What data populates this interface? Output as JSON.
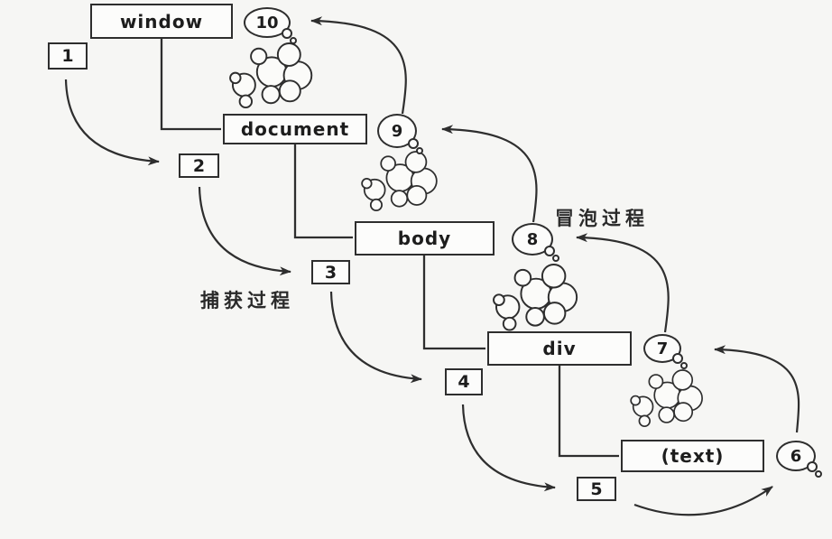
{
  "diagram": {
    "nodes": [
      {
        "label": "window"
      },
      {
        "label": "document"
      },
      {
        "label": "body"
      },
      {
        "label": "div"
      },
      {
        "label": "(text)"
      }
    ],
    "capture_steps": [
      "1",
      "2",
      "3",
      "4",
      "5"
    ],
    "bubble_steps": [
      "6",
      "7",
      "8",
      "9",
      "10"
    ],
    "phase_labels": {
      "capture": "捕获过程",
      "bubble": "冒泡过程"
    },
    "colors": {
      "line": "#2e2e2e",
      "background": "#f6f6f4",
      "box_fill": "#fcfcfb",
      "text": "#1d1d1d"
    }
  }
}
